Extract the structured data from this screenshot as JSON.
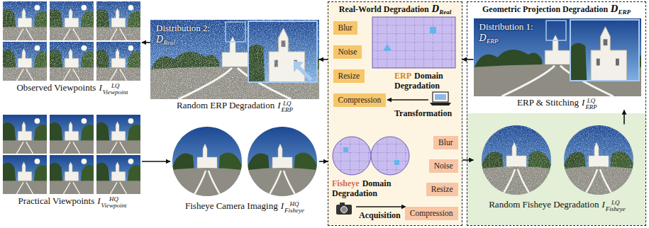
{
  "diagram": {
    "nodes": [
      {
        "text": [
          "Observed Viewpoints",
          "I",
          "LQ",
          "Viewpoint"
        ]
      },
      {
        "text": [
          "Distribution 2:",
          "D",
          "Real",
          "Random ERP Degradation",
          "I",
          "LQ",
          "ERP"
        ]
      },
      {
        "text": [
          "Practical Viewpoints",
          "I",
          "HQ",
          "Viewpoint"
        ]
      },
      {
        "text": [
          "Fisheye Camera Imaging",
          "I",
          "HQ",
          "Fisheye"
        ]
      },
      {
        "text": [
          "Real-World Degradation",
          "D",
          "Real"
        ]
      },
      {
        "text": [
          "Blur"
        ],
        "in": 4
      },
      {
        "text": [
          "Noise"
        ],
        "in": 4
      },
      {
        "text": [
          "Resize"
        ],
        "in": 4
      },
      {
        "text": [
          "Compression"
        ],
        "in": 4
      },
      {
        "text": [
          "Blur"
        ],
        "in": 4
      },
      {
        "text": [
          "Noise"
        ],
        "in": 4
      },
      {
        "text": [
          "Resize"
        ],
        "in": 4
      },
      {
        "text": [
          "Compression"
        ],
        "in": 4
      },
      {
        "text": [
          "Geometric Projection Degradation",
          "D",
          "ERP"
        ]
      },
      {
        "text": [
          "Distribution 1:",
          "D",
          "ERP",
          "ERP & Stitching",
          "I",
          "LQ",
          "ERP"
        ],
        "in": 13
      },
      {
        "text": [
          "Random Fisheye Degradation",
          "I",
          "LQ",
          "Fisheye"
        ],
        "in": 13
      }
    ],
    "edges": [
      {
        "from": 1,
        "to": 0,
        "arrow": "to"
      },
      {
        "from": 2,
        "to": 3,
        "arrow": "to"
      },
      {
        "from": 4,
        "to": 1,
        "arrow": "to"
      },
      {
        "from": 3,
        "to": 4,
        "arrow": "to"
      },
      {
        "from": 14,
        "to": 4,
        "arrow": "to"
      },
      {
        "from": 4,
        "to": 15,
        "arrow": "to"
      },
      {
        "from": 15,
        "to": 14,
        "arrow": "to"
      }
    ],
    "labels": [
      "ERP",
      "Domain Degradation",
      "Transformation",
      "Fisheye",
      "Domain Degradation",
      "Acquisition"
    ]
  }
}
